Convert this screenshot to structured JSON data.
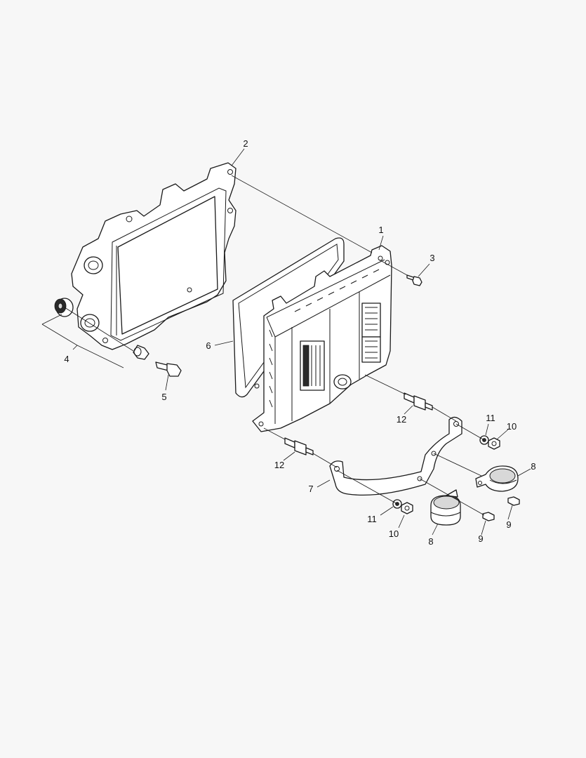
{
  "callouts": {
    "c1": "1",
    "c2": "2",
    "c3": "3",
    "c4": "4",
    "c5": "5",
    "c6": "6",
    "c7": "7",
    "c8a": "8",
    "c8b": "8",
    "c9a": "9",
    "c9b": "9",
    "c10a": "10",
    "c10b": "10",
    "c11a": "11",
    "c11b": "11",
    "c12a": "12",
    "c12b": "12"
  }
}
